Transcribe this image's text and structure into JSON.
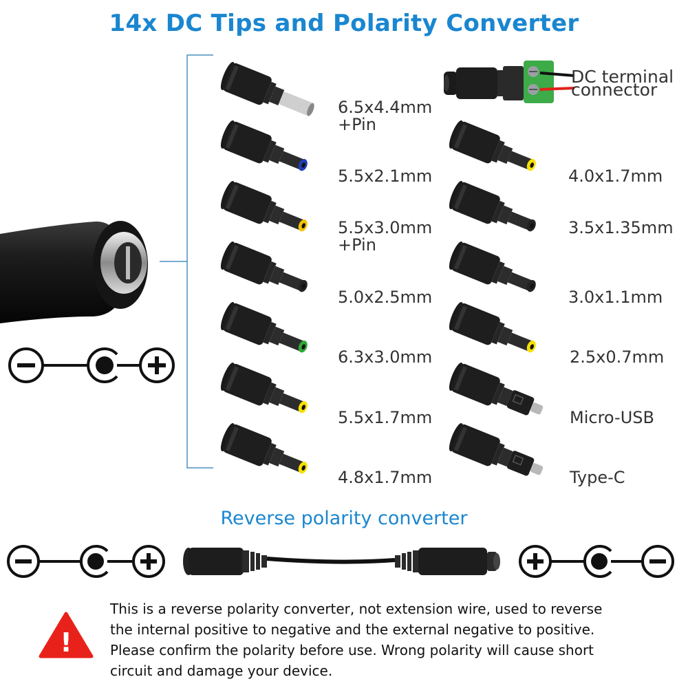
{
  "title": "14x DC Tips and Polarity Converter",
  "tips_left": [
    {
      "line1": "6.5x4.4mm",
      "line2": "+Pin",
      "color": "#c0c0c0"
    },
    {
      "line1": "5.5x2.1mm",
      "line2": "",
      "color": "#1f3fb5"
    },
    {
      "line1": "5.5x3.0mm",
      "line2": "+Pin",
      "color": "#f2c300"
    },
    {
      "line1": "5.0x2.5mm",
      "line2": "",
      "color": "#222222"
    },
    {
      "line1": "6.3x3.0mm",
      "line2": "",
      "color": "#2fa836"
    },
    {
      "line1": "5.5x1.7mm",
      "line2": "",
      "color": "#f5e100"
    },
    {
      "line1": "4.8x1.7mm",
      "line2": "",
      "color": "#f5e100"
    }
  ],
  "terminal": {
    "line1": "DC terminal",
    "line2": "connector"
  },
  "tips_right": [
    {
      "line1": "4.0x1.7mm",
      "color": "#f5e100"
    },
    {
      "line1": "3.5x1.35mm",
      "color": "#222222"
    },
    {
      "line1": "3.0x1.1mm",
      "color": "#222222"
    },
    {
      "line1": "2.5x0.7mm",
      "color": "#f5e100"
    },
    {
      "line1": "Micro-USB",
      "color": ""
    },
    {
      "line1": "Type-C",
      "color": ""
    }
  ],
  "converter_title": "Reverse polarity converter",
  "warning": {
    "lines": [
      "This is a reverse polarity converter, not extension wire, used to reverse",
      "the internal positive to negative and the external negative to positive.",
      "Please confirm the polarity before use. Wrong polarity will cause short",
      "circuit and damage your device."
    ],
    "symbol": "!"
  },
  "colors": {
    "accent": "#1a86d0",
    "warning": "#e8221b",
    "bracket": "#4a8fc0"
  }
}
